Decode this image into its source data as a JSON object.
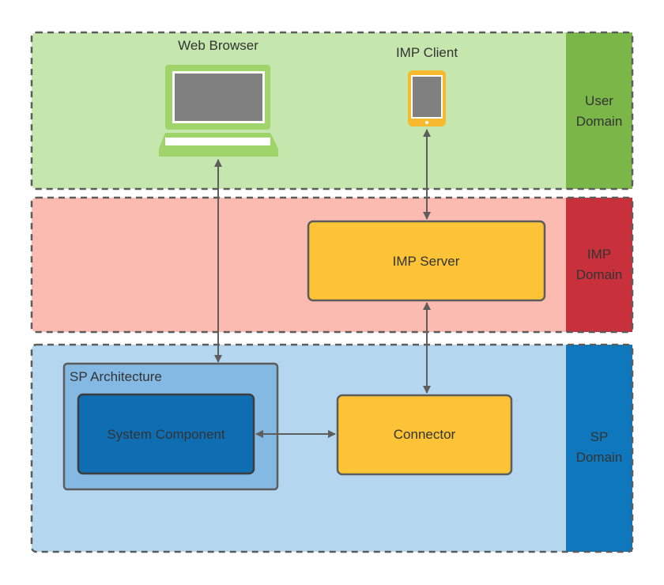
{
  "domains": {
    "user": {
      "label_line1": "User",
      "label_line2": "Domain"
    },
    "imp": {
      "label_line1": "IMP",
      "label_line2": "Domain"
    },
    "sp": {
      "label_line1": "SP",
      "label_line2": "Domain"
    }
  },
  "devices": {
    "web_browser": {
      "label": "Web Browser",
      "icon": "laptop-icon"
    },
    "imp_client": {
      "label": "IMP Client",
      "icon": "tablet-icon"
    }
  },
  "components": {
    "imp_server": "IMP Server",
    "connector": "Connector",
    "sp_architecture": "SP Architecture",
    "system_component": "System Component"
  },
  "colors": {
    "user_domain_bg": "#c5e7ae",
    "user_domain_side": "#7ab648",
    "imp_domain_bg": "#fcbbb0",
    "imp_domain_side": "#c8313b",
    "sp_domain_bg": "#b4d6ef",
    "sp_domain_side": "#0f78bd",
    "component_fill": "#fbc335",
    "sp_architecture_fill": "#84b9e3",
    "system_component_fill": "#0f6eb2",
    "device_green": "#9fd46b",
    "device_yellow": "#f7b92d",
    "screen_gray": "#808080",
    "arrow": "#5e5e5e"
  }
}
